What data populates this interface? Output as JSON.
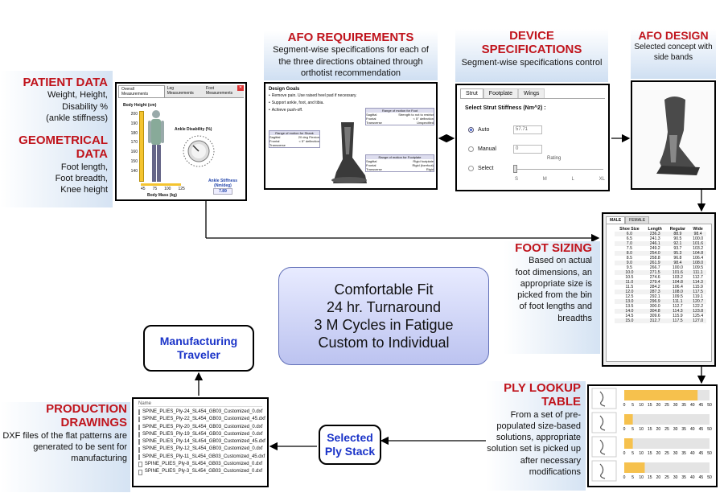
{
  "patient": {
    "title": "PATIENT DATA",
    "lines": [
      "Weight, Height,",
      "Disability %",
      "(ankle stiffness)"
    ]
  },
  "geometric": {
    "title1": "GEOMETRICAL",
    "title2": "DATA",
    "lines": [
      "Foot length,",
      "Foot breadth,",
      "Knee height"
    ]
  },
  "afo_req": {
    "title": "AFO REQUIREMENTS",
    "desc": "Segment-wise specifications for each of the three directions obtained through orthotist recommendation"
  },
  "device": {
    "title1": "DEVICE",
    "title2": "SPECIFICATIONS",
    "desc": "Segment-wise specifications control"
  },
  "afo_design": {
    "title": "AFO DESIGN",
    "desc": "Selected concept with side bands"
  },
  "foot_sizing": {
    "title": "FOOT SIZING",
    "desc": "Based on actual foot dimensions, an appropriate size is picked from the bin of foot lengths and breadths"
  },
  "ply_lookup": {
    "title1": "PLY LOOKUP",
    "title2": "TABLE",
    "desc": "From a set of pre-populated size-based solutions, appropriate solution set is picked up after necessary modifications"
  },
  "production": {
    "title1": "PRODUCTION",
    "title2": "DRAWINGS",
    "desc": "DXF files of the flat patterns are generated to be sent for manufacturing"
  },
  "center": {
    "lines": [
      "Comfortable Fit",
      "24 hr. Turnaround",
      "3 M Cycles in Fatigue",
      "Custom to Individual"
    ]
  },
  "manufacturing": {
    "label": "Manufacturing Traveler"
  },
  "ply_stack": {
    "label": "Selected Ply Stack"
  },
  "patient_ui": {
    "tabs": [
      "Overall Measurements",
      "Leg Measurements",
      "Foot Measurements"
    ],
    "body_height_label": "Body Height (cm)",
    "height_ticks": [
      "200",
      "190",
      "180",
      "170",
      "160",
      "150",
      "140"
    ],
    "mass_ticks": [
      "45",
      "75",
      "100",
      "125"
    ],
    "mass_label": "Body Mass (kg)",
    "ankle_label": "Ankle Disability (%)",
    "stiff_label": "Ankle Stiffness (Nm/deg)",
    "stiff_value": "7.89"
  },
  "req_ui": {
    "heading": "Design Goals",
    "goals": [
      "Remove pain. Use raised heel pad if necessary.",
      "Support ankle, foot, and tibia.",
      "Achieve push-off."
    ],
    "t1": "Range of motion for Shank",
    "t2": "Range of motion for Foot",
    "t3": "Range of motion for Footplate",
    "r_sag": "Sagittal",
    "r_front": "Frontal",
    "r_trans": "Transverse",
    "s1": "20 deg Flexion",
    "s2": "< 5° deflection",
    "f1": "Strength to not to restrict",
    "f2": "< 5° deflection",
    "f3": "Unspecified",
    "p1": "Rigid footplate",
    "p2": "Rigid (forefoot)",
    "p3": "Rigid"
  },
  "device_ui": {
    "tabs": [
      "Strut",
      "Footplate",
      "Wings"
    ],
    "heading": "Select Strut Stiffness (Nm^2) :",
    "opt_auto": "Auto",
    "auto_value": "57.71",
    "opt_manual": "Manual",
    "manual_value": "0",
    "opt_select": "Select",
    "rating_label": "Rating",
    "sizes": [
      "S",
      "M",
      "L",
      "XL"
    ]
  },
  "foot_ui": {
    "tabs": [
      "MALE",
      "FEMALE"
    ],
    "headers": [
      "Shoe Size",
      "Length",
      "Regular",
      "Wide"
    ],
    "rows": [
      [
        "6.0",
        "236.3",
        "88.9",
        "98.4"
      ],
      [
        "6.5",
        "241.3",
        "90.5",
        "100.0"
      ],
      [
        "7.0",
        "246.1",
        "92.1",
        "101.6"
      ],
      [
        "7.5",
        "249.2",
        "93.7",
        "103.2"
      ],
      [
        "8.0",
        "254.0",
        "95.3",
        "104.8"
      ],
      [
        "8.5",
        "258.8",
        "96.8",
        "106.4"
      ],
      [
        "9.0",
        "261.9",
        "98.4",
        "108.0"
      ],
      [
        "9.5",
        "266.7",
        "100.0",
        "109.5"
      ],
      [
        "10.0",
        "271.5",
        "101.6",
        "111.1"
      ],
      [
        "10.5",
        "274.6",
        "103.2",
        "112.7"
      ],
      [
        "11.0",
        "279.4",
        "104.8",
        "114.3"
      ],
      [
        "11.5",
        "284.2",
        "106.4",
        "115.9"
      ],
      [
        "12.0",
        "287.3",
        "108.0",
        "117.5"
      ],
      [
        "12.5",
        "292.1",
        "109.5",
        "119.1"
      ],
      [
        "13.0",
        "296.9",
        "111.1",
        "120.7"
      ],
      [
        "13.5",
        "300.0",
        "112.7",
        "122.2"
      ],
      [
        "14.0",
        "304.8",
        "114.3",
        "123.8"
      ],
      [
        "14.5",
        "309.6",
        "115.9",
        "125.4"
      ],
      [
        "15.0",
        "312.7",
        "117.5",
        "127.0"
      ]
    ]
  },
  "ply_ui": {
    "axis_ticks": [
      "0",
      "5",
      "10",
      "15",
      "20",
      "25",
      "30",
      "35",
      "40",
      "45",
      "50"
    ],
    "bar_values": [
      43,
      5,
      5,
      12
    ]
  },
  "files": {
    "header": "Name",
    "items": [
      "SPINE_PLIES_Ply-24_SL454_GB03_Customized_0.dxf",
      "SPINE_PLIES_Ply-22_SL454_GB03_Customized_45.dxf",
      "SPINE_PLIES_Ply-20_SL454_GB03_Customized_0.dxf",
      "SPINE_PLIES_Ply-19_SL454_GB03_Customized_0.dxf",
      "SPINE_PLIES_Ply-14_SL454_GB03_Customized_45.dxf",
      "SPINE_PLIES_Ply-12_SL454_GB03_Customized_0.dxf",
      "SPINE_PLIES_Ply-11_SL454_GB03_Customized_45.dxf",
      "SPINE_PLIES_Ply-8_SL454_GB03_Customized_0.dxf",
      "SPINE_PLIES_Ply-3_SL454_GB03_Customized_0.dxf"
    ]
  }
}
